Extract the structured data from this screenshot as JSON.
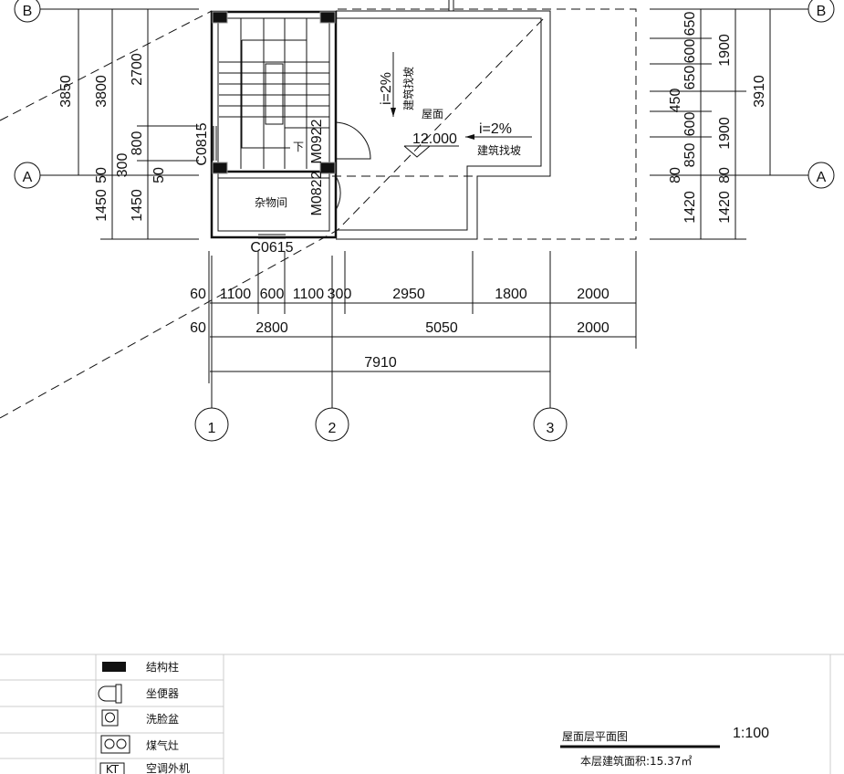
{
  "axes": {
    "A": "A",
    "B": "B",
    "c1": "1",
    "c2": "2",
    "c3": "3"
  },
  "left_dims": {
    "d3850": "3850",
    "d3800": "3800",
    "d2700": "2700",
    "d800": "800",
    "d300": "300",
    "d50a": "50",
    "d50b": "50",
    "d1450a": "1450",
    "d1450b": "1450"
  },
  "right_dims": {
    "d650a": "650",
    "d600a": "600",
    "d650b": "650",
    "d450": "450",
    "d600b": "600",
    "d850": "850",
    "d80a": "80",
    "d1420a": "1420",
    "d1900a": "1900",
    "d1900b": "1900",
    "d80b": "80",
    "d1420b": "1420",
    "d3910": "3910"
  },
  "bottom_dims": {
    "row1": [
      "60",
      "1100",
      "600",
      "1100",
      "300",
      "2950",
      "1800",
      "2000"
    ],
    "row2": [
      "60",
      "2800",
      "5050",
      "2000"
    ],
    "total": "7910"
  },
  "plan": {
    "window_c0815": "C0815",
    "window_c0615": "C0615",
    "door_m0922": "M0922",
    "door_m0822": "M0822",
    "storage_room": "杂物间",
    "down_mark": "下",
    "slope1": "i=2%",
    "slope1_note": "建筑找坡",
    "roof_label": "屋面",
    "elevation": "12.000",
    "slope2": "i=2%",
    "slope2_note": "建筑找坡"
  },
  "legend": [
    {
      "icon": "column-icon",
      "label": "结构柱"
    },
    {
      "icon": "toilet-icon",
      "label": "坐便器"
    },
    {
      "icon": "washbasin-icon",
      "label": "洗脸盆"
    },
    {
      "icon": "gas-stove-icon",
      "label": "煤气灶"
    },
    {
      "icon": "ac-unit-icon",
      "label": "空调外机",
      "icon_text": "KT"
    }
  ],
  "title": {
    "name": "屋面层平面图",
    "scale": "1:100",
    "area": "本层建筑面积:15.37㎡"
  }
}
